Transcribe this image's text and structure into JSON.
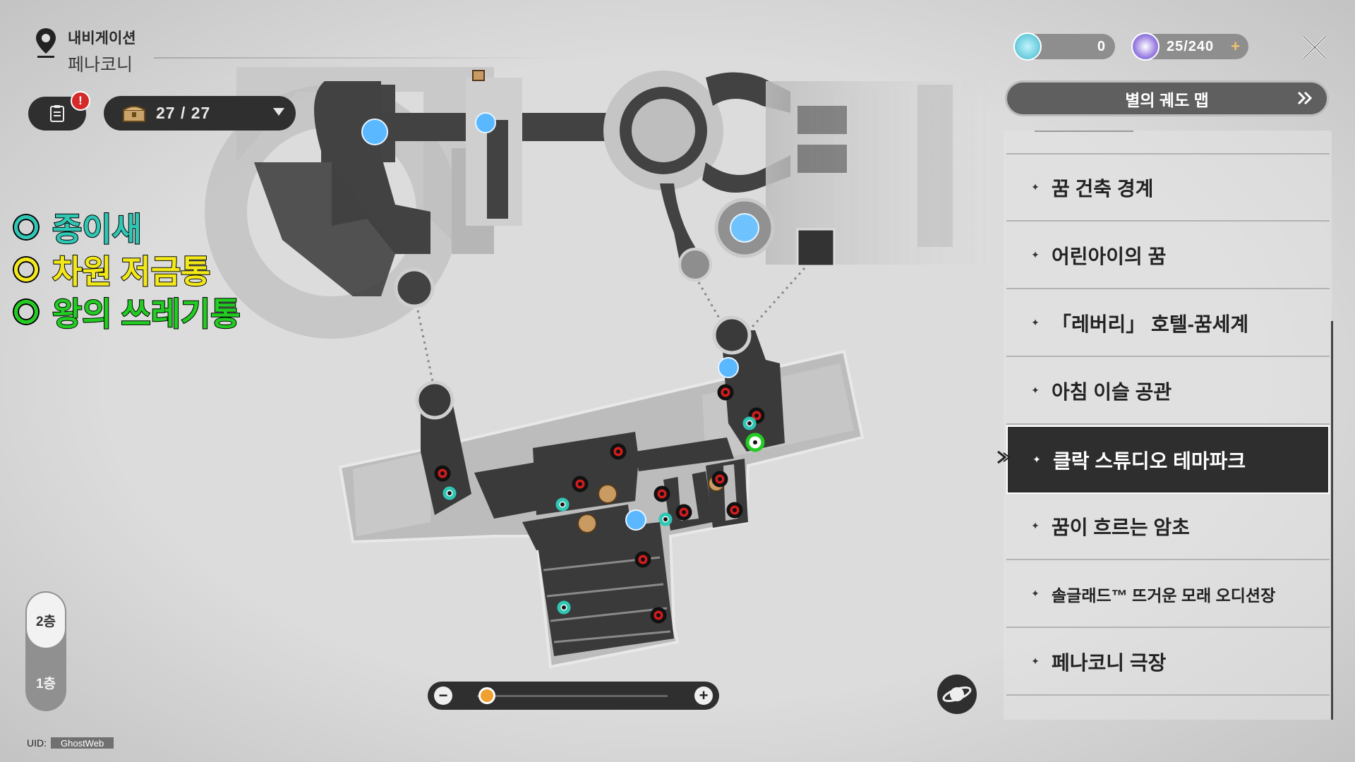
{
  "navigation": {
    "label": "내비게이션",
    "region": "페나코니"
  },
  "chest_counter": {
    "text": "27 / 27"
  },
  "quest_alert": "!",
  "legend": [
    {
      "label": "종이새",
      "color": "#2fc6b4"
    },
    {
      "label": "차원 저금통",
      "color": "#f2e81a"
    },
    {
      "label": "왕의 쓰레기통",
      "color": "#22cc22"
    }
  ],
  "resources": {
    "fuel": "0",
    "trailblaze_power": "25/240",
    "add_label": "+"
  },
  "panel": {
    "title": "별의 궤도 맵",
    "items": [
      {
        "label": "꿈 건축 경계"
      },
      {
        "label": "어린아이의 꿈"
      },
      {
        "label": "「레버리」 호텔-꿈세계"
      },
      {
        "label": "아침 이슬 공관"
      },
      {
        "label": "클락 스튜디오 테마파크",
        "active": true
      },
      {
        "label": "꿈이 흐르는 암초"
      },
      {
        "label": "솔글래드™ 뜨거운 모래 오디션장"
      },
      {
        "label": "페나코니 극장"
      }
    ]
  },
  "floors": {
    "upper": "2층",
    "lower": "1층",
    "selected": "2층"
  },
  "zoom": {
    "minus": "−",
    "plus": "+",
    "level": 0.05
  },
  "uid": {
    "label": "UID:",
    "value": "GhostWeb"
  },
  "colors": {
    "red_marker": "#d41c1c",
    "cyan_marker": "#2fc6b4",
    "green_marker": "#22cc22",
    "panel_active": "#2e2e2e"
  },
  "icons": [
    "location-pin-icon",
    "quest-list-icon",
    "treasure-chest-icon",
    "close-icon",
    "planet-icon",
    "teleport-icon",
    "space-anchor-icon",
    "film-reel-icon",
    "camera-icon"
  ]
}
